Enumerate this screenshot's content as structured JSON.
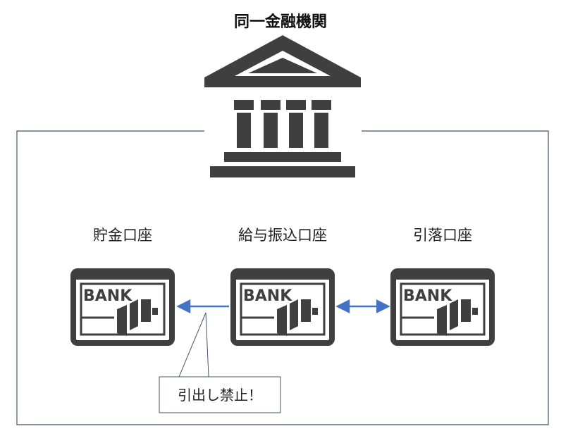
{
  "title": "同一金融機関",
  "accounts": [
    {
      "label": "貯金口座",
      "card_text": "BANK"
    },
    {
      "label": "給与振込口座",
      "card_text": "BANK"
    },
    {
      "label": "引落口座",
      "card_text": "BANK"
    }
  ],
  "callout": "引出し禁止！",
  "colors": {
    "icon": "#3f3f3f",
    "arrow": "#4472c4",
    "frame": "#44546a",
    "text": "#222222"
  }
}
